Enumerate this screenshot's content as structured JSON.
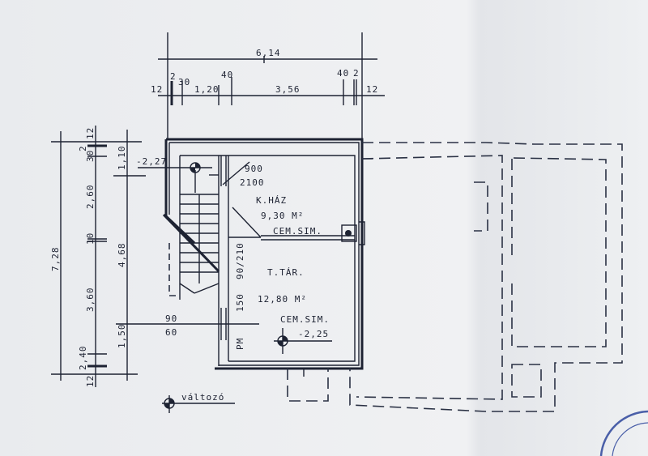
{
  "dimensions_top": {
    "overall": "6,14",
    "left_12": "12",
    "seg_2": "2",
    "seg_30": "30",
    "seg_120": "1,20",
    "seg_40a": "40",
    "seg_356": "3,56",
    "seg_40b": "40",
    "seg_2b": "2",
    "right_12": "12"
  },
  "dimensions_left": {
    "overall": "7,28",
    "inner": "4,68",
    "top_110": "1,10",
    "bottom_150": "1,50",
    "seg_12a": "12",
    "seg_2": "2",
    "seg_30": "30",
    "seg_260": "2,60",
    "seg_10": "10",
    "seg_360": "3,60",
    "seg_240": "2,40",
    "seg_12b": "12"
  },
  "plan": {
    "level_top": "-2,27",
    "door_top_width": "900",
    "door_top_height": "2100",
    "room1_name": "K.HÁZ",
    "room1_area": "9,30 M²",
    "room1_floor": "CEM.SIM.",
    "door_mid": "90/210",
    "room2_name": "T.TÁR.",
    "room2_area": "12,80 M²",
    "room2_floor": "CEM.SIM.",
    "level_bottom": "-2,25",
    "sill_150": "150",
    "pm": "PM",
    "window_90": "90",
    "window_60": "60",
    "varies_label": "változó"
  },
  "colors": {
    "ink": "#1d2232",
    "paper": "#eceef1",
    "stamp": "#4a5fa8"
  }
}
